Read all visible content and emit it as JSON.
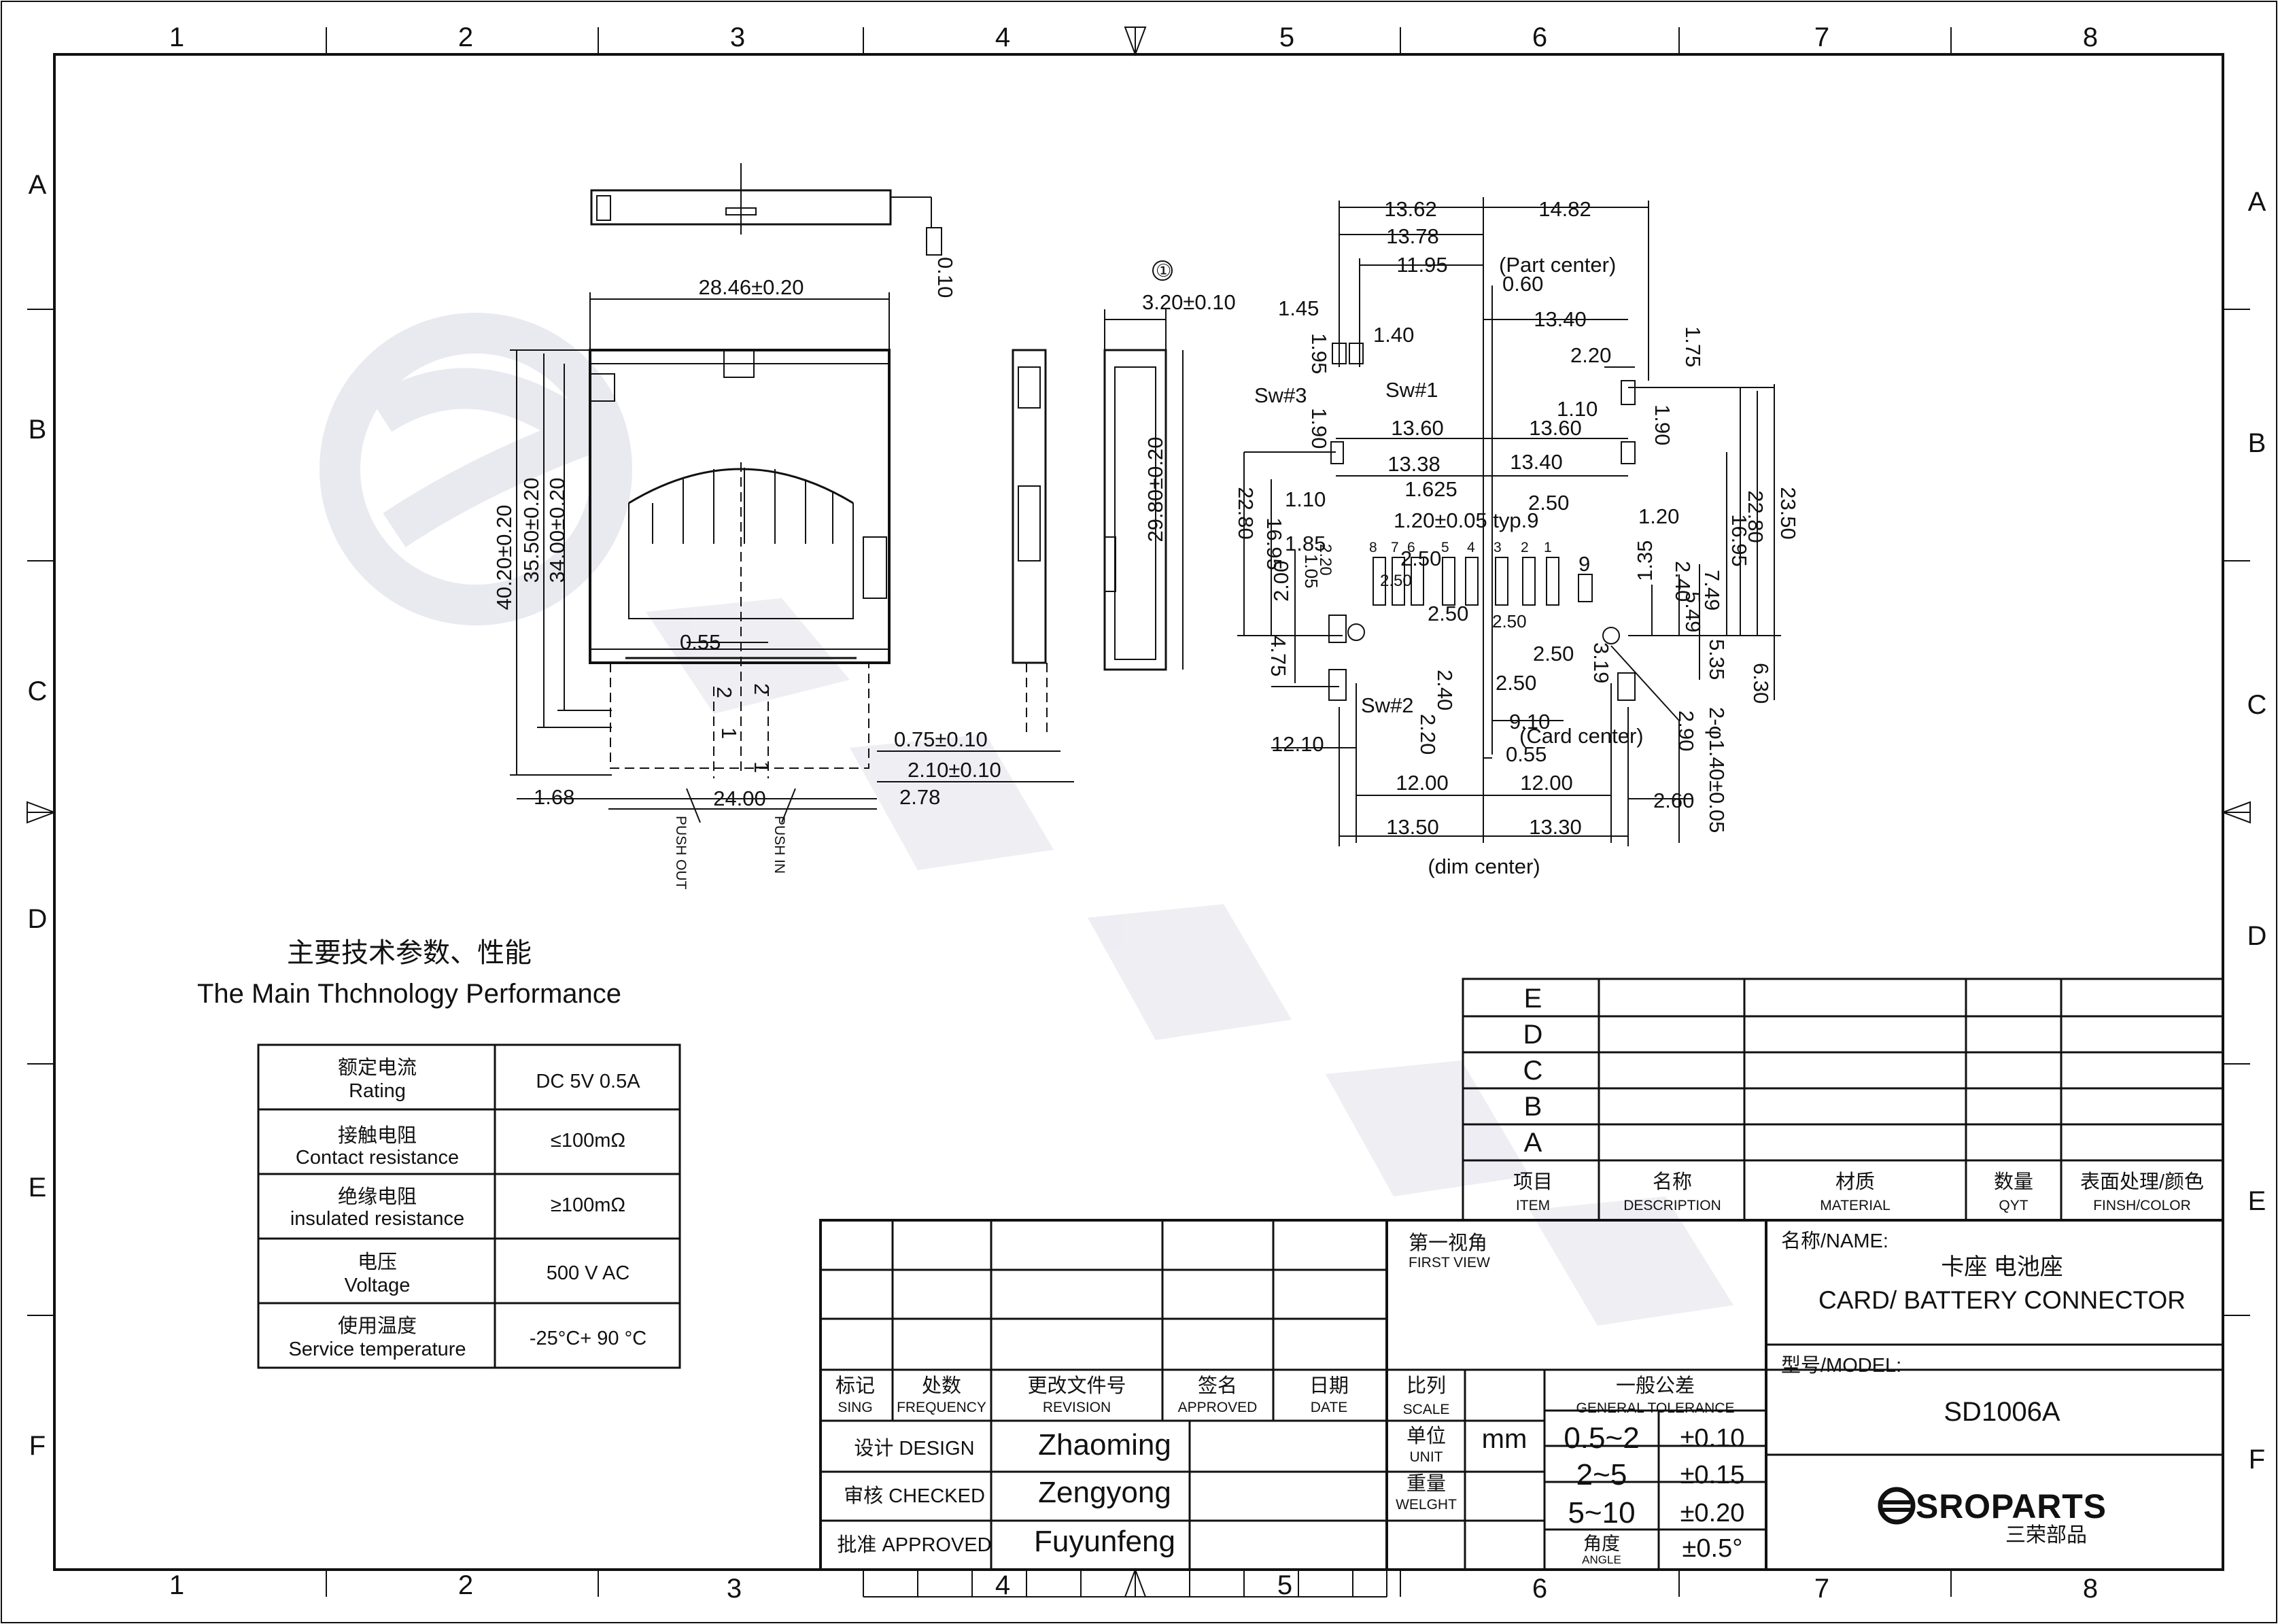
{
  "frame": {
    "columns": [
      "1",
      "2",
      "3",
      "4",
      "5",
      "6",
      "7",
      "8"
    ],
    "rows": [
      "A",
      "B",
      "C",
      "D",
      "E",
      "F"
    ]
  },
  "watermark": "SROPARTS",
  "drawing": {
    "top_dims": {
      "width_top": "28.46±0.20",
      "flatness": "0.10",
      "h1": "40.20±0.20",
      "h2": "35.50±0.20",
      "h3": "34.00±0.20",
      "inner": "0.55",
      "two_a": "2",
      "one_a": "1",
      "two_b": "2",
      "one_b": "1",
      "left_off": "1.68",
      "bottom_w": "24.00",
      "right_off": "2.78",
      "t1": "0.75±0.10",
      "t2": "2.10±0.10",
      "push_out": "PUSH OUT",
      "push_in": "PUSH IN"
    },
    "side_dims": {
      "circle": "①",
      "thk": "3.20±0.10",
      "len": "29.80±0.20"
    },
    "pcb_dims": {
      "d1362": "13.62",
      "d1482": "14.82",
      "d1378": "13.78",
      "d1195": "11.95",
      "part_center": "(Part center)",
      "d060": "0.60",
      "d145": "1.45",
      "d140": "1.40",
      "d1340a": "13.40",
      "d195": "1.95",
      "d220": "2.20",
      "d175": "1.75",
      "sw3": "Sw#3",
      "sw1": "Sw#1",
      "d110a": "1.10",
      "d190a": "1.90",
      "d190b": "1.90",
      "d1360a": "13.60",
      "d1360b": "13.60",
      "d1338": "13.38",
      "d1340b": "13.40",
      "d1625": "1.625",
      "d110b": "1.10",
      "d250a": "2.50",
      "typ": "1.20±0.05 typ.9",
      "d120": "1.20",
      "d2280a": "22.80",
      "d1695a": "16.95",
      "d185": "1.85",
      "d220b": "2.20",
      "d105": "1.05",
      "d200": "2.00",
      "pins": [
        "8",
        "7",
        "6",
        "5",
        "4",
        "3",
        "2",
        "1"
      ],
      "pin9": "9",
      "d250b": "2.50",
      "d250c": "2.50",
      "d240a": "2.40",
      "d135": "1.35",
      "d549": "5.49",
      "d749": "7.49",
      "d1695b": "16.95",
      "d2280b": "22.80",
      "d2350": "23.50",
      "d250d": "2.50",
      "d250e": "2.50",
      "d250f": "2.50",
      "d250g": "2.50",
      "d475": "4.75",
      "d319": "3.19",
      "d535": "5.35",
      "d630": "6.30",
      "sw2": "Sw#2",
      "d240b": "2.40",
      "d220c": "2.20",
      "d910": "9.10",
      "card_center": "(Card center)",
      "d290": "2.90",
      "holes": "2-φ1.40±0.05",
      "d1210": "12.10",
      "d055": "0.55",
      "d1200a": "12.00",
      "d1200b": "12.00",
      "d260": "2.60",
      "d1350": "13.50",
      "d1330": "13.30",
      "dim_center": "(dim center)"
    }
  },
  "performance": {
    "title_cn": "主要技术参数、性能",
    "title_en": "The Main Thchnology Performance",
    "rows": [
      {
        "cn": "额定电流",
        "en": "Rating",
        "value": "DC 5V 0.5A"
      },
      {
        "cn": "接触电阻",
        "en": "Contact resistance",
        "value": "≤100mΩ"
      },
      {
        "cn": "绝缘电阻",
        "en": "insulated resistance",
        "value": "≥100mΩ"
      },
      {
        "cn": "电压",
        "en": "Voltage",
        "value": "500 V AC"
      },
      {
        "cn": "使用温度",
        "en": "Service temperature",
        "value": "-25°C+ 90 °C"
      }
    ]
  },
  "bom": {
    "rows": [
      "E",
      "D",
      "C",
      "B",
      "A"
    ],
    "headers": [
      {
        "cn": "项目",
        "en": "ITEM"
      },
      {
        "cn": "名称",
        "en": "DESCRIPTION"
      },
      {
        "cn": "材质",
        "en": "MATERIAL"
      },
      {
        "cn": "数量",
        "en": "QYT"
      },
      {
        "cn": "表面处理/颜色",
        "en": "FINSH/COLOR"
      }
    ]
  },
  "title_block": {
    "rev_headers": [
      {
        "cn": "标记",
        "en": "SING"
      },
      {
        "cn": "处数",
        "en": "FREQUENCY"
      },
      {
        "cn": "更改文件号",
        "en": "REVISION"
      },
      {
        "cn": "签名",
        "en": "APPROVED"
      },
      {
        "cn": "日期",
        "en": "DATE"
      }
    ],
    "first_view_cn": "第一视角",
    "first_view_en": "FIRST VIEW",
    "design_label": "设计 DESIGN",
    "design_name": "Zhaoming",
    "checked_label": "审核 CHECKED",
    "checked_name": "Zengyong",
    "approved_label": "批准 APPROVED",
    "approved_name": "Fuyunfeng",
    "scale_cn": "比列",
    "scale_en": "SCALE",
    "unit_cn": "单位",
    "unit_en": "UNIT",
    "unit_value": "mm",
    "weight_cn": "重量",
    "weight_en": "WELGHT",
    "tol_title_cn": "一般公差",
    "tol_title_en": "GENERAL TOLERANCE",
    "tolerances": [
      {
        "range": "0.5~2",
        "tol": "±0.10"
      },
      {
        "range": "2~5",
        "tol": "±0.15"
      },
      {
        "range": "5~10",
        "tol": "±0.20"
      }
    ],
    "angle_cn": "角度",
    "angle_en": "ANGLE",
    "angle_tol": "±0.5°",
    "name_label": "名称/NAME:",
    "name_cn": "卡座 电池座",
    "name_en": "CARD/ BATTERY CONNECTOR",
    "model_label": "型号/MODEL:",
    "model_value": "SD1006A",
    "logo_text": "SROPARTS",
    "logo_cn": "三荣部品"
  }
}
